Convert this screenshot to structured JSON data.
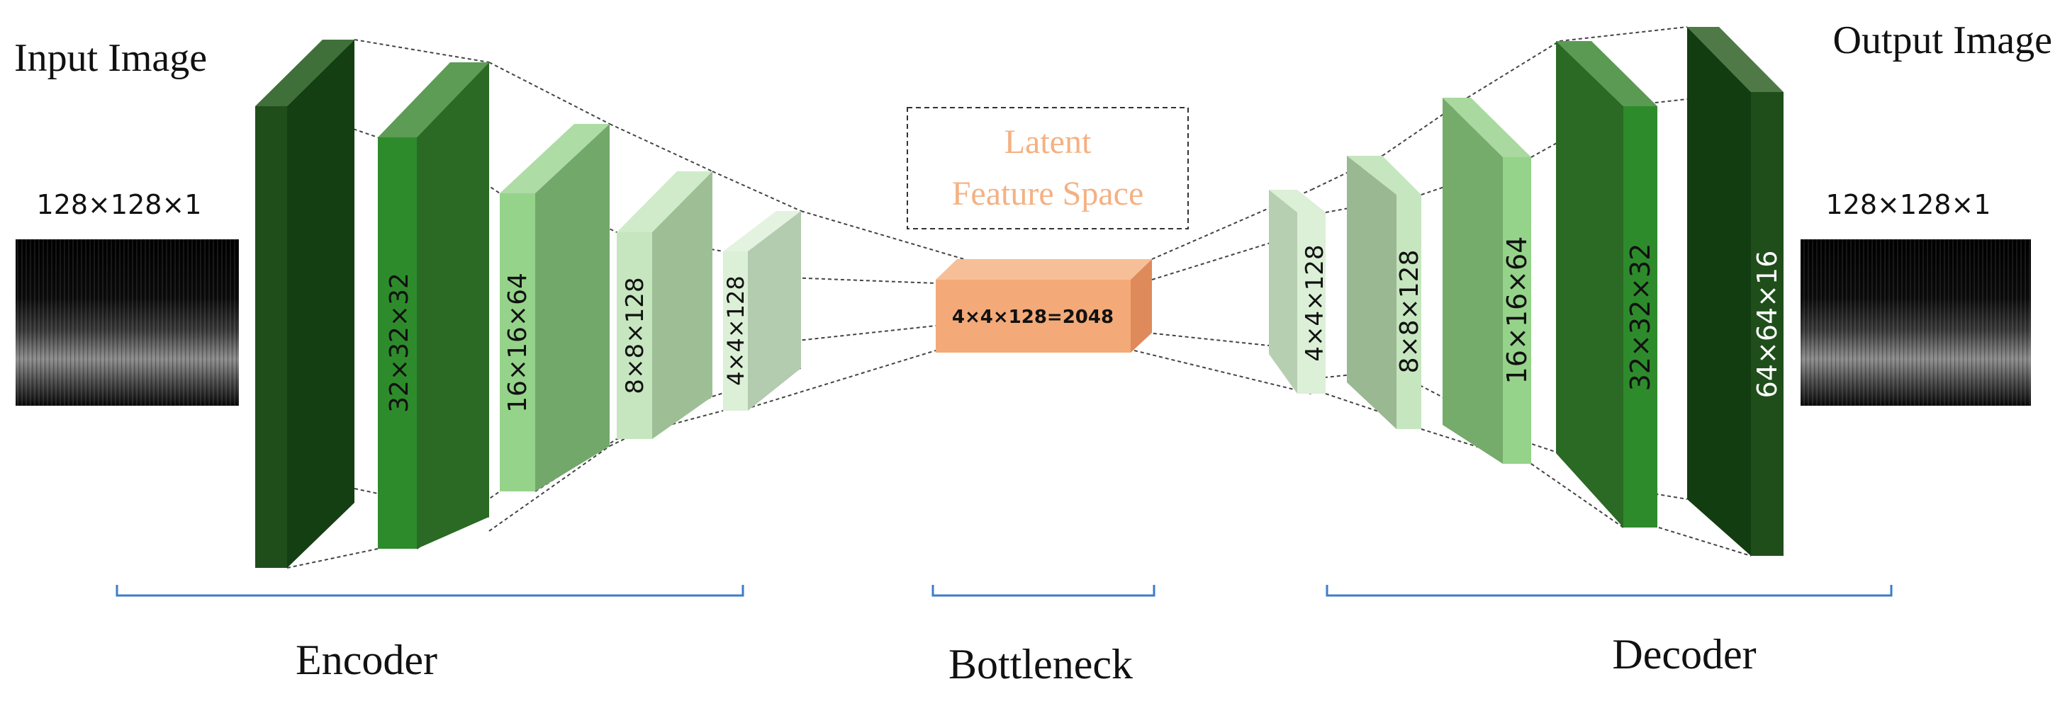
{
  "input": {
    "title": "Input Image",
    "size": "128×128×1"
  },
  "output": {
    "title": "Output Image",
    "size": "128×128×1"
  },
  "latent": {
    "line1": "Latent",
    "line2": "Feature Space"
  },
  "bottleneck_size": "4×4×128=2048",
  "encoder_layers": [
    "32×32×32",
    "16×16×64",
    "8×8×128",
    "4×4×128"
  ],
  "decoder_layers": [
    "4×4×128",
    "8×8×128",
    "16×16×64",
    "32×32×32",
    "64×64×16"
  ],
  "sections": {
    "encoder": "Encoder",
    "bottleneck": "Bottleneck",
    "decoder": "Decoder"
  },
  "colors": {
    "dark_green": "#1f4e1a",
    "medium_green": "#2e8b2c",
    "light_green": "#95d38a",
    "pale_green": "#c6e6bf",
    "bottleneck_orange": "#f4aa78",
    "latent_text": "#f4b183",
    "bracket_blue": "#3d7cc9"
  }
}
